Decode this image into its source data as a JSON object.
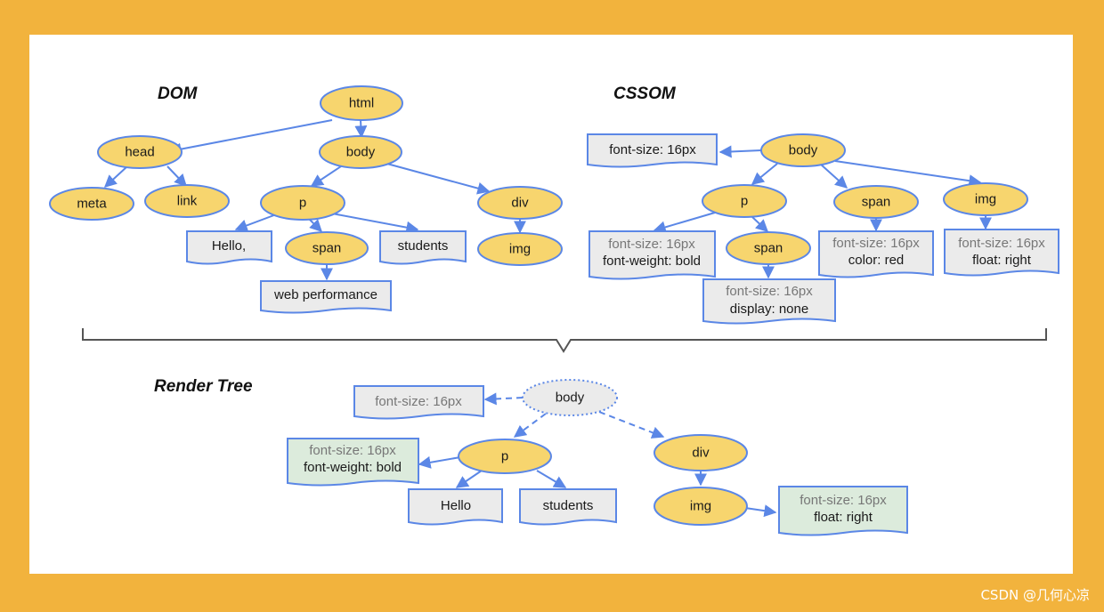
{
  "titles": {
    "dom": "DOM",
    "cssom": "CSSOM",
    "render_tree": "Render Tree"
  },
  "dom": {
    "html": "html",
    "head": "head",
    "body": "body",
    "meta": "meta",
    "link": "link",
    "p": "p",
    "div": "div",
    "hello": "Hello,",
    "span": "span",
    "students": "students",
    "img": "img",
    "web_performance": "web performance"
  },
  "cssom": {
    "body": "body",
    "body_style": "font-size: 16px",
    "p": "p",
    "span": "span",
    "img": "img",
    "p_style_1": "font-size: 16px",
    "p_style_2": "font-weight: bold",
    "p_span": "span",
    "span_style_1": "font-size: 16px",
    "span_style_2": "color: red",
    "img_style_1": "font-size: 16px",
    "img_style_2": "float: right",
    "p_span_style_1": "font-size: 16px",
    "p_span_style_2": "display: none"
  },
  "render_tree": {
    "body": "body",
    "body_style": "font-size: 16px",
    "p": "p",
    "div": "div",
    "p_style_1": "font-size: 16px",
    "p_style_2": "font-weight: bold",
    "hello": "Hello",
    "students": "students",
    "img": "img",
    "img_style_1": "font-size: 16px",
    "img_style_2": "float: right"
  },
  "watermark": "CSDN @几何心凉",
  "colors": {
    "background": "#f2b33d",
    "node_fill": "#f7d56e",
    "stroke": "#5b87e6",
    "doc_fill": "#ebebeb",
    "doc_fill_green": "#dcebdc"
  }
}
